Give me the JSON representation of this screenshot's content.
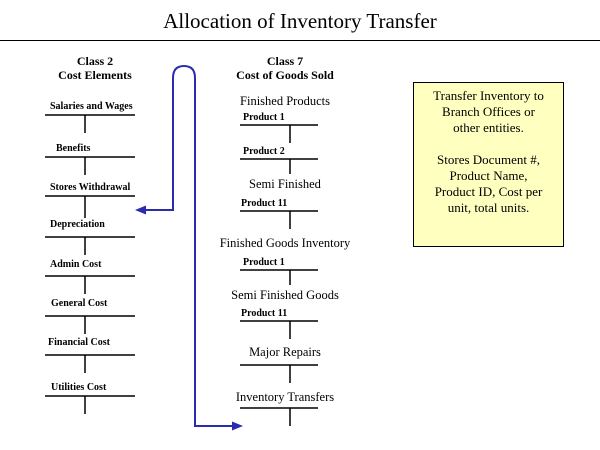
{
  "title": "Allocation of Inventory Transfer",
  "class2": {
    "heading_line1": "Class 2",
    "heading_line2": "Cost Elements",
    "accounts": [
      "Salaries and Wages",
      "Benefits",
      "Stores Withdrawal",
      "Depreciation",
      "Admin Cost",
      "General Cost",
      "Financial Cost",
      "Utilities Cost"
    ]
  },
  "class7": {
    "heading_line1": "Class 7",
    "heading_line2": "Cost of Goods Sold",
    "groups": [
      {
        "label": "Finished Products",
        "accounts": [
          "Product 1",
          "Product 2"
        ]
      },
      {
        "label": "Semi Finished",
        "accounts": [
          "Product 11"
        ]
      },
      {
        "label": "Finished Goods Inventory",
        "accounts": [
          "Product 1"
        ]
      },
      {
        "label": "Semi Finished Goods",
        "accounts": [
          "Product 11"
        ]
      },
      {
        "label": "Major Repairs",
        "accounts": []
      },
      {
        "label": "Inventory Transfers",
        "accounts": []
      }
    ]
  },
  "note": {
    "line1": "Transfer Inventory to",
    "line2": "Branch Offices or",
    "line3": "other entities.",
    "line4": "Stores Document #,",
    "line5": "Product Name,",
    "line6": "Product ID, Cost per",
    "line7": "unit, total units."
  },
  "colors": {
    "arrow": "#2b2bb0",
    "note_background": "#ffffc0"
  }
}
